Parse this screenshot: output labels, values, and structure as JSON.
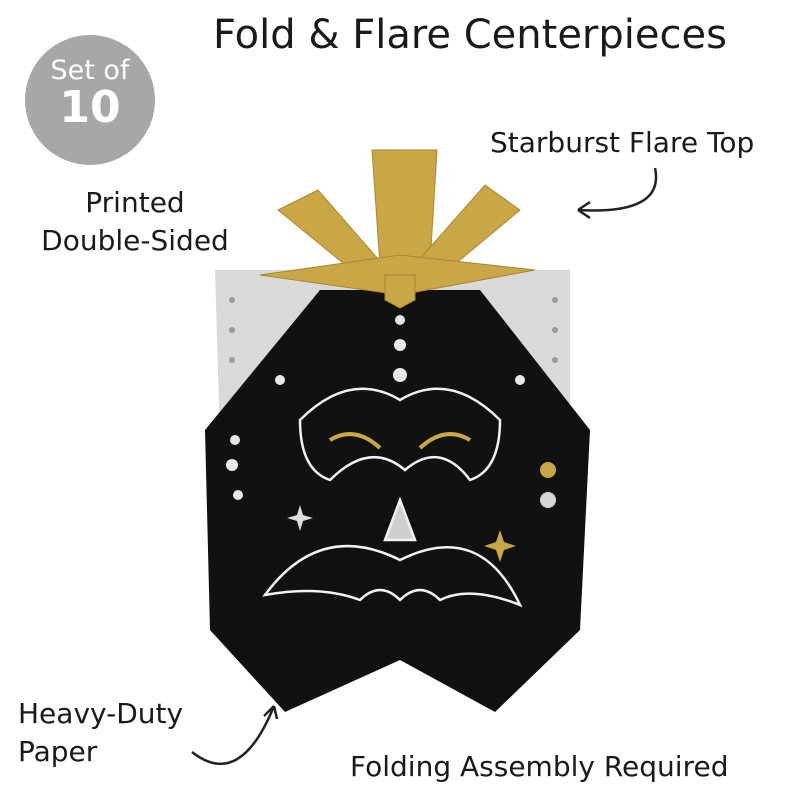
{
  "title": "Fold & Flare Centerpieces",
  "badge": {
    "line1": "Set of",
    "line2": "10"
  },
  "callouts": {
    "starburst": "Starburst Flare Top",
    "printed_line1": "Printed",
    "printed_line2": "Double-Sided",
    "heavy_line1": "Heavy-Duty",
    "heavy_line2": "Paper",
    "folding": "Folding Assembly Required"
  },
  "colors": {
    "gold": "#c9a646",
    "black": "#111111",
    "badge": "#a7a7a7"
  }
}
